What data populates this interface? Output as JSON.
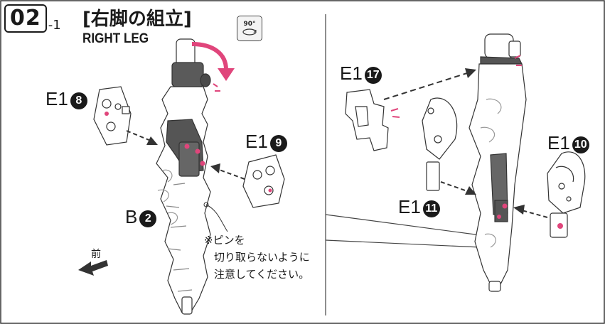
{
  "step": {
    "number": "02",
    "sub": "-1"
  },
  "title": {
    "jp": "[右脚の組立]",
    "en": "RIGHT LEG"
  },
  "rotate_badge": {
    "text": "90°"
  },
  "labels": {
    "e1_8": {
      "prefix": "E1",
      "num": "8"
    },
    "e1_9": {
      "prefix": "E1",
      "num": "9"
    },
    "b_2": {
      "prefix": "B",
      "num": "2"
    },
    "e1_17": {
      "prefix": "E1",
      "num": "17"
    },
    "e1_10": {
      "prefix": "E1",
      "num": "10"
    },
    "e1_11": {
      "prefix": "E1",
      "num": "11"
    }
  },
  "note": {
    "line1": "※ピンを",
    "line2": "切り取らないように",
    "line3": "注意してください。"
  },
  "front": {
    "text": "前"
  },
  "colors": {
    "accent": "#e0457b",
    "dark_part": "#555555",
    "outline": "#333333"
  }
}
